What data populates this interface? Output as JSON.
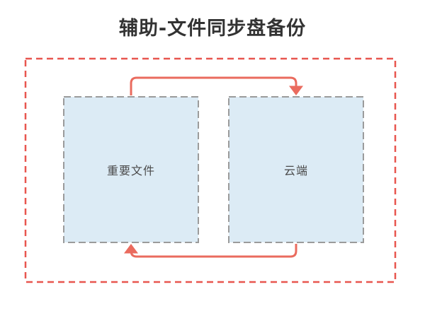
{
  "title": {
    "text": "辅助-文件同步盘备份",
    "color": "#333333"
  },
  "diagram": {
    "frame": {
      "style": "dashed",
      "border_color": "#E8564F"
    },
    "nodes": {
      "important_files": {
        "label": "重要文件",
        "fill": "#DCEBF5",
        "border_color": "#9B9B9B",
        "border_style": "dashed",
        "text_color": "#4A4A4A"
      },
      "cloud": {
        "label": "云端",
        "fill": "#DCEBF5",
        "border_color": "#9B9B9B",
        "border_style": "dashed",
        "text_color": "#4A4A4A"
      }
    },
    "edges": {
      "backup": {
        "from": "重要文件",
        "to": "云端",
        "route": "top",
        "color": "#EA6B5E"
      },
      "restore": {
        "from": "云端",
        "to": "重要文件",
        "route": "bottom",
        "color": "#EA6B5E"
      }
    }
  }
}
